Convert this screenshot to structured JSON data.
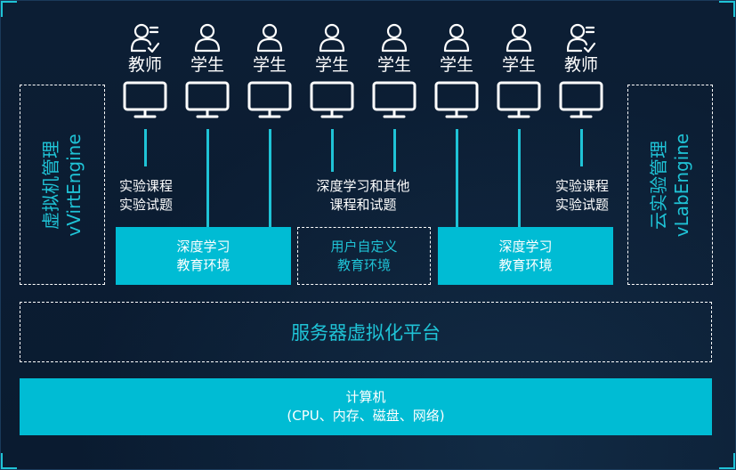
{
  "users": [
    {
      "role": "教师",
      "icon": "teacher-icon"
    },
    {
      "role": "学生",
      "icon": "student-icon"
    },
    {
      "role": "学生",
      "icon": "student-icon"
    },
    {
      "role": "学生",
      "icon": "student-icon"
    },
    {
      "role": "学生",
      "icon": "student-icon"
    },
    {
      "role": "学生",
      "icon": "student-icon"
    },
    {
      "role": "学生",
      "icon": "student-icon"
    },
    {
      "role": "教师",
      "icon": "teacher-icon"
    }
  ],
  "labels": {
    "left": [
      "实验课程",
      "实验试题"
    ],
    "middle": [
      "深度学习和其他",
      "课程和试题"
    ],
    "right": [
      "实验课程",
      "实验试题"
    ]
  },
  "environments": {
    "left": [
      "深度学习",
      "教育环境"
    ],
    "middle": [
      "用户自定义",
      "教育环境"
    ],
    "right": [
      "深度学习",
      "教育环境"
    ]
  },
  "side_panels": {
    "left": {
      "title": "虚拟机管理",
      "subtitle": "vVirtEngine"
    },
    "right": {
      "title": "云实验管理",
      "subtitle": "vLabEngine"
    }
  },
  "platform": "服务器虚拟化平台",
  "computer": {
    "title": "计算机",
    "subtitle": "(CPU、内存、磁盘、网络)"
  },
  "colors": {
    "background": "#0b1d33",
    "accent": "#00bcd4",
    "text": "#ffffff"
  }
}
